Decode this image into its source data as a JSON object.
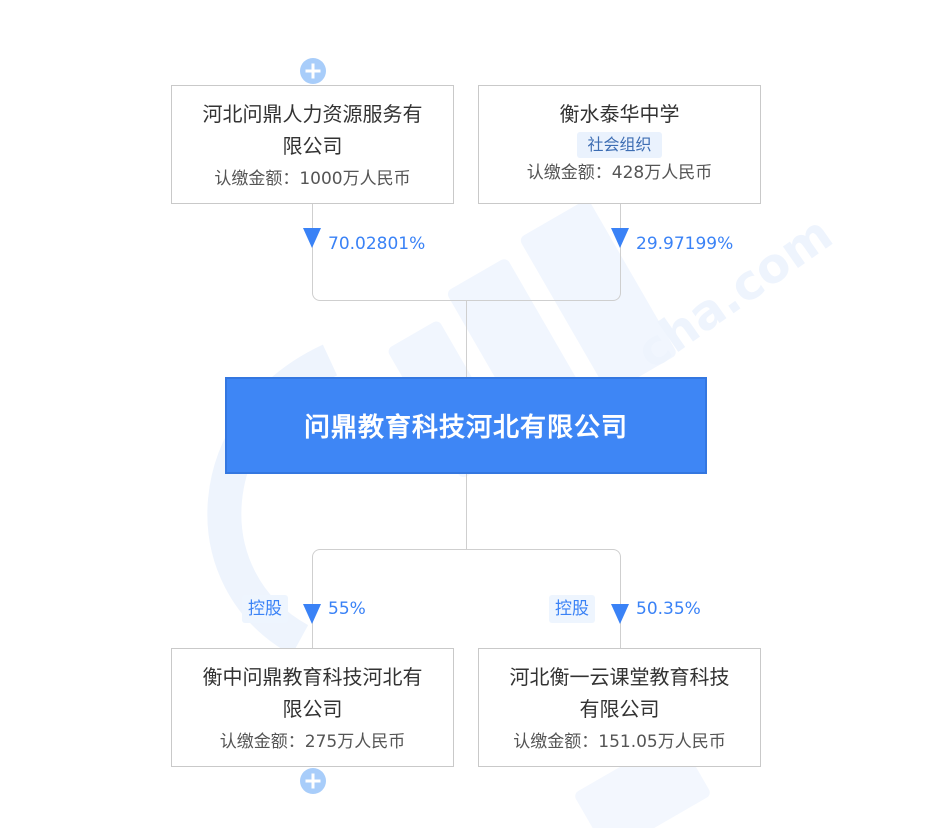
{
  "shareholders": [
    {
      "name_line1": "河北问鼎人力资源服务有",
      "name_line2": "限公司",
      "amount": "认缴金额：1000万人民币",
      "percentage": "70.02801%",
      "expandable": true
    },
    {
      "name_line1": "衡水泰华中学",
      "tag": "社会组织",
      "amount": "认缴金额：428万人民币",
      "percentage": "29.97199%"
    }
  ],
  "main_company": {
    "name": "问鼎教育科技河北有限公司"
  },
  "investments": [
    {
      "name_line1": "衡中问鼎教育科技河北有",
      "name_line2": "限公司",
      "amount": "认缴金额：275万人民币",
      "control_tag": "控股",
      "percentage": "55%",
      "expandable": true
    },
    {
      "name_line1": "河北衡一云课堂教育科技",
      "name_line2": "有限公司",
      "amount": "认缴金额：151.05万人民币",
      "control_tag": "控股",
      "percentage": "50.35%"
    }
  ],
  "colors": {
    "accent": "#3a82f6",
    "main_node_bg": "#3e86f5",
    "expand_button": "#a8cdfa",
    "tag_bg": "#eaf2fd",
    "line": "#cfcfcf"
  }
}
